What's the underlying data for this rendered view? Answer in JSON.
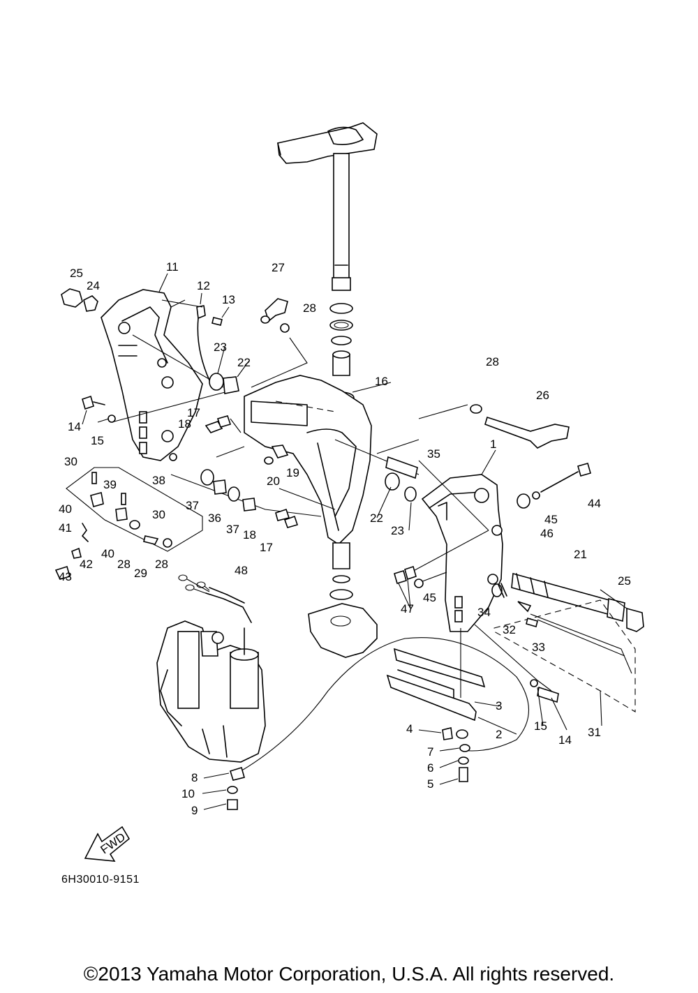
{
  "diagram": {
    "callouts": [
      "1",
      "2",
      "3",
      "4",
      "5",
      "6",
      "7",
      "8",
      "9",
      "10",
      "11",
      "12",
      "13",
      "14",
      "14",
      "15",
      "15",
      "16",
      "17",
      "17",
      "18",
      "18",
      "19",
      "20",
      "21",
      "22",
      "22",
      "23",
      "23",
      "24",
      "25",
      "25",
      "26",
      "27",
      "28",
      "28",
      "28",
      "28",
      "29",
      "30",
      "30",
      "31",
      "32",
      "33",
      "34",
      "35",
      "36",
      "37",
      "37",
      "38",
      "39",
      "40",
      "40",
      "41",
      "42",
      "43",
      "44",
      "45",
      "45",
      "46",
      "47",
      "48"
    ],
    "fwd_arrow_label": "FWD",
    "drawing_code": "6H30010-9151"
  },
  "footer": {
    "copyright": "©2013 Yamaha Motor Corporation, U.S.A. All rights reserved."
  }
}
